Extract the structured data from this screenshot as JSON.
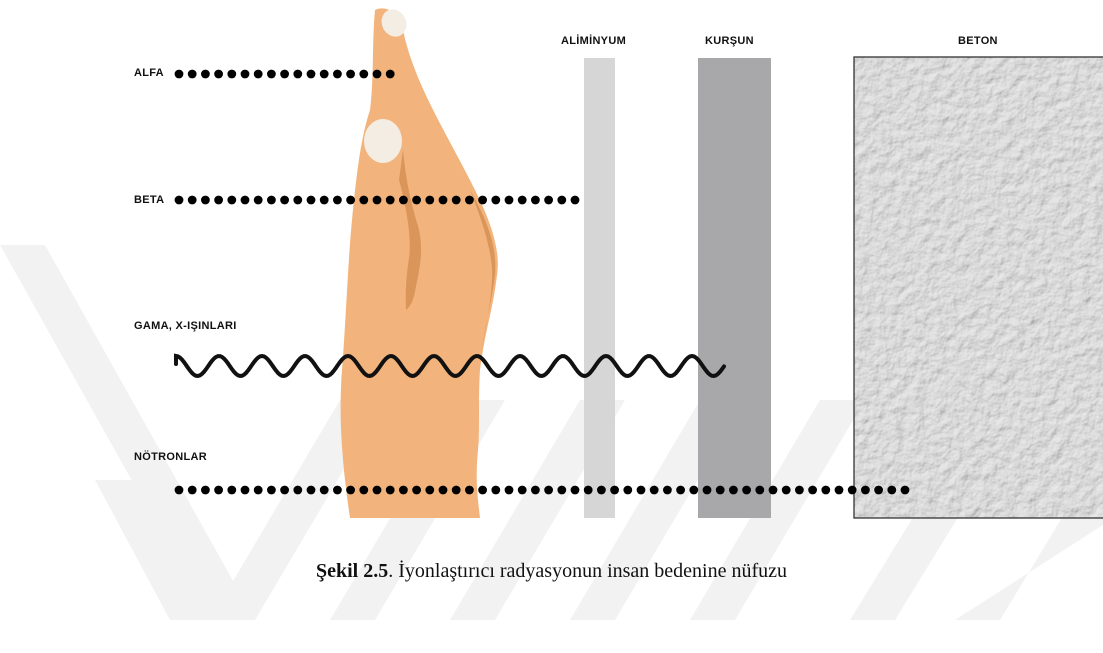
{
  "materials": {
    "aluminium": "ALİMİNYUM",
    "lead": "KURŞUN",
    "concrete": "BETON"
  },
  "radiation": {
    "alpha": "ALFA",
    "beta": "BETA",
    "gamma": "GAMA, X-IŞINLARI",
    "neutron": "NÖTRONLAR"
  },
  "caption": {
    "number": "Şekil 2.5",
    "text": ". İyonlaştırıcı radyasyonun insan bedenine nüfuzu"
  },
  "colors": {
    "skin": "#f2b47c",
    "skin_shadow": "#d9955a",
    "nail": "#f3ede4",
    "aluminium": "#d6d6d6",
    "lead": "#a8a8aa",
    "concrete": "#cfcfcf",
    "watermark": "#f2f2f2",
    "dots": "#000000"
  }
}
